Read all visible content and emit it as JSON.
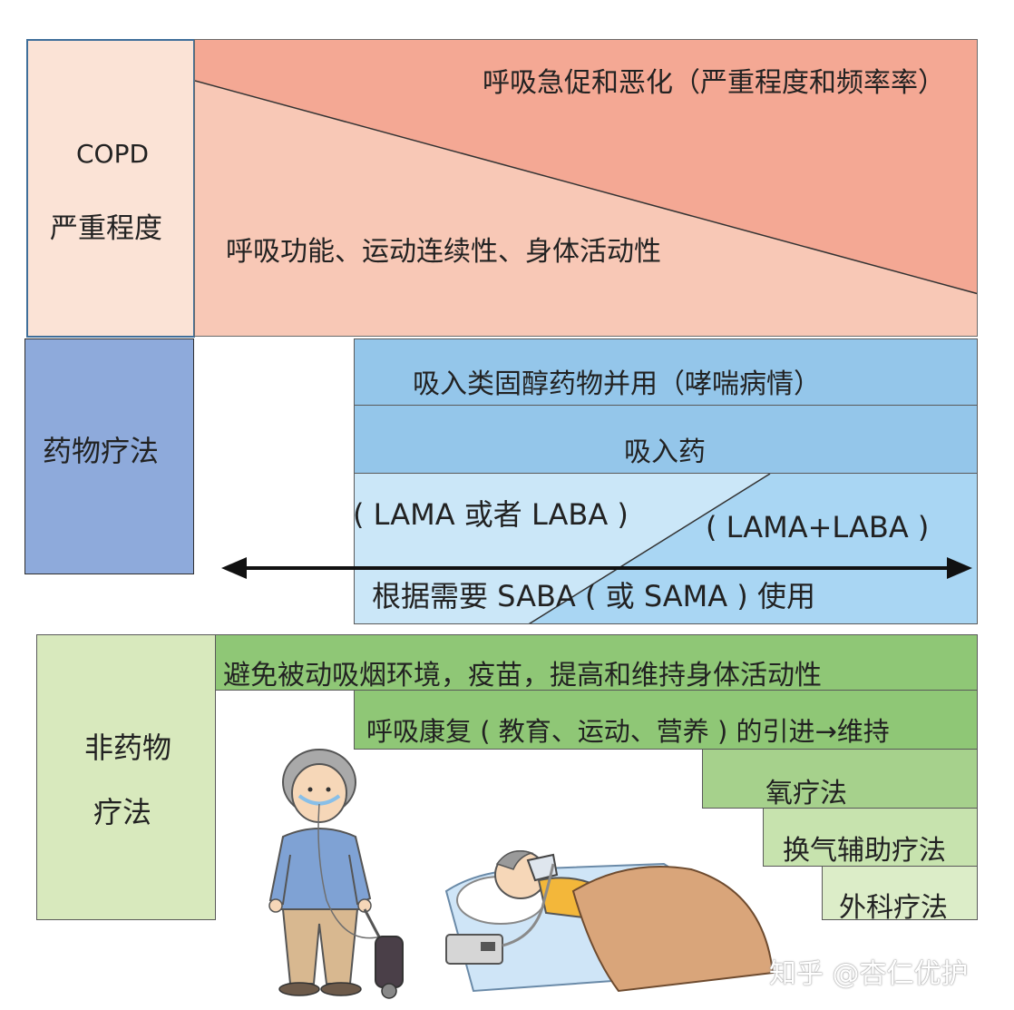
{
  "severity": {
    "label_title": "COPD",
    "label_sub": "严重程度",
    "dyspnea_text": "呼吸急促和恶化（严重程度和频率率）",
    "function_text": "呼吸功能、运动连续性、身体活动性",
    "colors": {
      "upper": "#f4a894",
      "lower": "#f8c8b6",
      "label_bg": "#fbe3d6"
    }
  },
  "drug_therapy": {
    "label": "药物疗法",
    "ics_text": "吸入类固醇药物并用（哮喘病情）",
    "inhaled_text": "吸入药",
    "mono_text": "( LAMA 或者 LABA )",
    "combo_text": "( LAMA+LABA )",
    "saba_text": "根据需要 SABA ( 或 SAMA ) 使用",
    "colors": {
      "label_bg": "#8eaadb",
      "rows": "#94c6ea",
      "mono": "#cbe7f8",
      "combo": "#a9d6f3"
    }
  },
  "non_drug_therapy": {
    "label_line1": "非药物",
    "label_line2": "疗法",
    "avoid_text": "避免被动吸烟环境，疫苗，提高和维持身体活动性",
    "rehab_text": "呼吸康复 ( 教育、运动、营养 ) 的引进→维持",
    "oxygen_text": "氧疗法",
    "ventilation_text": "换气辅助疗法",
    "surgery_text": "外科疗法",
    "colors": {
      "label_bg": "#d8e9bd",
      "dark": "#8fc776",
      "mid": "#a6d18c",
      "light": "#c7e3ae",
      "lightest": "#dcedc8"
    }
  },
  "illustrations": {
    "walking": "elderly-man-with-portable-oxygen-icon",
    "lying": "patient-with-ventilator-mask-icon"
  },
  "watermark": "知乎 @杏仁优护"
}
